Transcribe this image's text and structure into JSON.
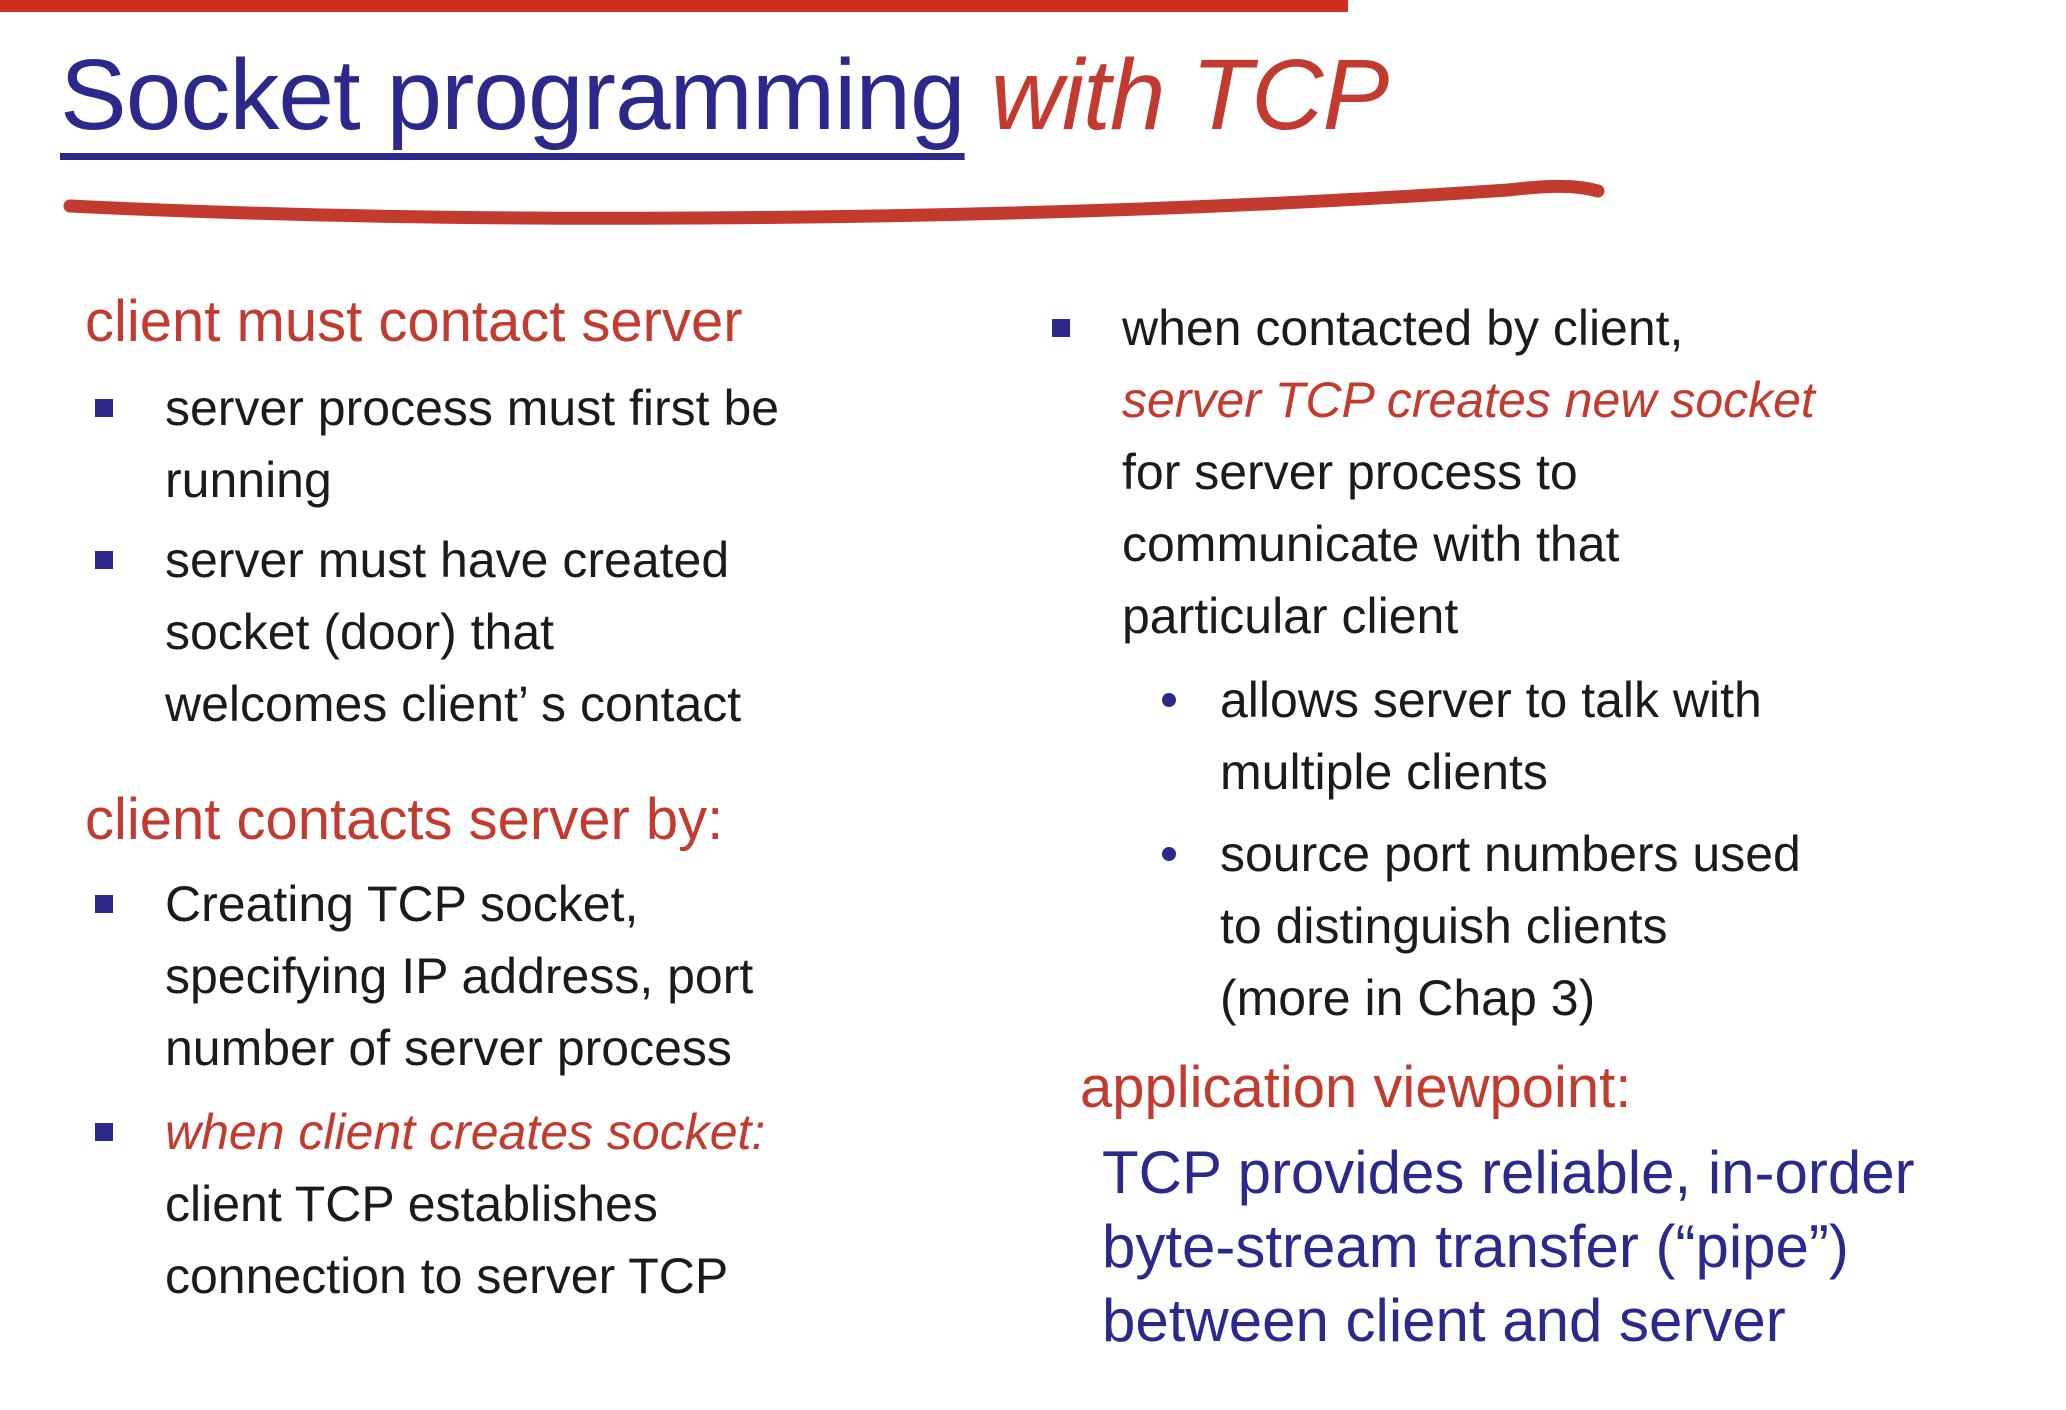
{
  "colors": {
    "navy": "#2b2a8c",
    "red_accent": "#c23b2e",
    "top_bar_red": "#cf2e21",
    "body_text": "#1b1b1b",
    "background": "#ffffff"
  },
  "title": {
    "main": "Socket programming",
    "accent": "with TCP"
  },
  "left_column": {
    "section1": {
      "heading": "client must contact server",
      "bullets": [
        "server process must first be\nrunning",
        "server must have created\nsocket (door) that\nwelcomes client’ s contact"
      ]
    },
    "section2": {
      "heading": "client contacts server by:",
      "bullet1": "Creating TCP socket,\nspecifying IP address, port\nnumber of server process",
      "bullet2_red": "when client creates socket:\n",
      "bullet2_black": "client TCP establishes\nconnection to server TCP"
    }
  },
  "right_column": {
    "bullet1": {
      "pre": "when contacted by client,\n",
      "red": "server TCP creates new socket\n",
      "post": "for server process to\ncommunicate with that\nparticular client"
    },
    "sub_bullets": [
      "allows server to talk with\nmultiple clients",
      "source port numbers used\nto distinguish clients\n(more in Chap 3)"
    ],
    "viewpoint_heading": "application viewpoint:",
    "viewpoint_text": "TCP provides reliable, in-order\nbyte-stream transfer (“pipe”)\nbetween client and server"
  }
}
